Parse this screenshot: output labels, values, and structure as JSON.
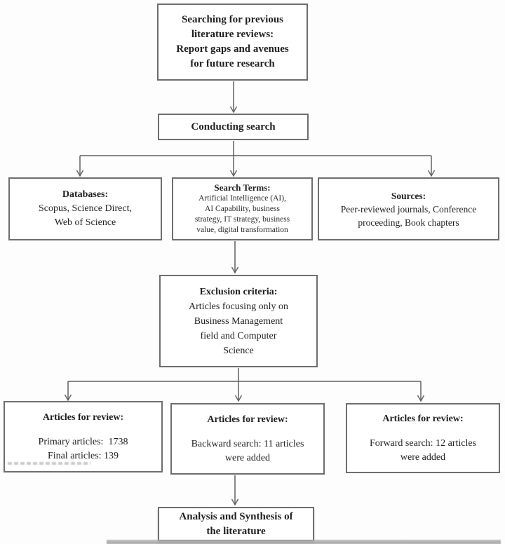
{
  "style": {
    "background": "#fdfdfd",
    "box_border_color": "#6e6e6e",
    "connector_color": "#606060",
    "text_color": "#1f1f1f"
  },
  "boxes": {
    "search_previous": {
      "title": "Searching for previous\nliterature reviews:\nReport gaps and avenues\nfor future research"
    },
    "conducting_search": {
      "title": "Conducting search"
    },
    "databases": {
      "heading": "Databases:",
      "body": "Scopus, Science Direct,\nWeb of Science"
    },
    "search_terms": {
      "heading": "Search Terms:",
      "body": "Artificial Intelligence (AI),\nAI Capability, business\nstrategy, IT strategy, business\nvalue, digital transformation"
    },
    "sources": {
      "heading": "Sources:",
      "body": "Peer-reviewed journals, Conference\nproceeding, Book chapters"
    },
    "exclusion_criteria": {
      "heading": "Exclusion criteria:",
      "body": "Articles focusing only on\nBusiness Management\nfield and Computer\nScience"
    },
    "review_primary": {
      "heading": "Articles for review:",
      "body": "Primary articles:  1738\nFinal articles: 139"
    },
    "review_backward": {
      "heading": "Articles for review:",
      "body": "Backward search: 11 articles\nwere added"
    },
    "review_forward": {
      "heading": "Articles for review:",
      "body": "Forward search: 12 articles\nwere added"
    },
    "analysis": {
      "title": "Analysis and Synthesis of\nthe literature"
    }
  }
}
